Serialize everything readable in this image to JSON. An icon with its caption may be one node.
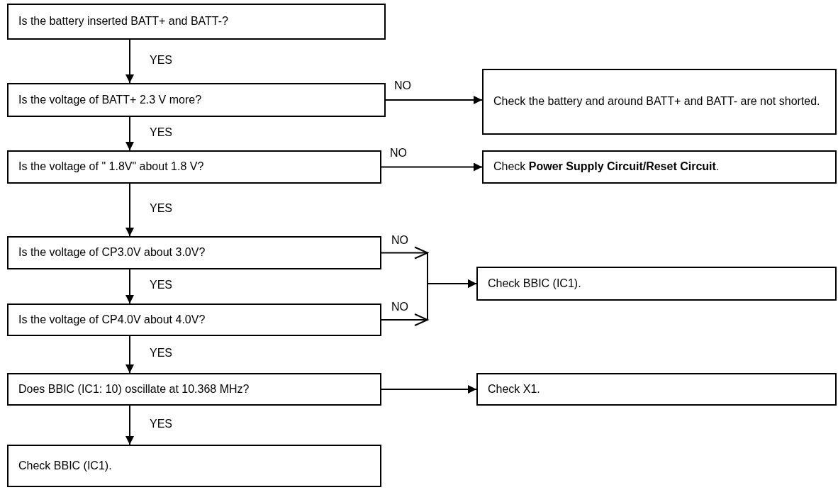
{
  "diagram": {
    "nodes": [
      {
        "text": [
          "Is the battery inserted BATT+ and BATT-?"
        ]
      },
      {
        "text": [
          "Is the voltage of BATT+ 2.3 V more?"
        ]
      },
      {
        "text": [
          "Is the voltage of \" 1.8V\" about 1.8 V?"
        ]
      },
      {
        "text": [
          "Is the voltage of CP3.0V about 3.0V?"
        ]
      },
      {
        "text": [
          "Is the voltage of CP4.0V about 4.0V?"
        ]
      },
      {
        "text": [
          "Does BBIC (IC1: 10) oscillate at 10.368 MHz?"
        ]
      },
      {
        "text": [
          "Check BBIC (IC1)."
        ]
      },
      {
        "text": [
          "Check the battery and around BATT+ and BATT- are not shorted."
        ]
      },
      {
        "text": [
          "Check **Power Supply Circuit/Reset Circuit**."
        ]
      },
      {
        "text": [
          "Check BBIC (IC1)."
        ]
      },
      {
        "text": [
          "Check X1."
        ]
      }
    ],
    "edges": [
      {
        "from": 0,
        "to": 1,
        "arrow": "to",
        "label": "YES"
      },
      {
        "from": 1,
        "to": 2,
        "arrow": "to",
        "label": "YES"
      },
      {
        "from": 2,
        "to": 3,
        "arrow": "to",
        "label": "YES"
      },
      {
        "from": 3,
        "to": 4,
        "arrow": "to",
        "label": "YES"
      },
      {
        "from": 4,
        "to": 5,
        "arrow": "to",
        "label": "YES"
      },
      {
        "from": 5,
        "to": 6,
        "arrow": "to",
        "label": "YES"
      },
      {
        "from": 1,
        "to": 7,
        "arrow": "to",
        "label": "NO"
      },
      {
        "from": 2,
        "to": 8,
        "arrow": "to",
        "label": "NO"
      },
      {
        "from": 3,
        "to": 9,
        "arrow": "to",
        "label": "NO"
      },
      {
        "from": 4,
        "to": 9,
        "arrow": "to",
        "label": "NO"
      },
      {
        "from": 5,
        "to": 10,
        "arrow": "to"
      }
    ]
  }
}
